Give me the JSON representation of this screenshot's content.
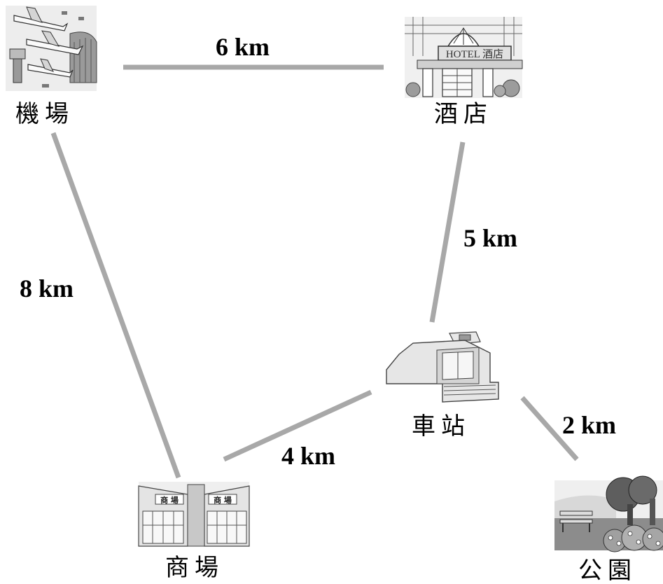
{
  "places": {
    "airport": "機場",
    "hotel": "酒店",
    "station": "車站",
    "mall": "商場",
    "park": "公園"
  },
  "distances": {
    "airport_hotel": "6 km",
    "hotel_station": "5 km",
    "airport_mall": "8 km",
    "mall_station": "4 km",
    "station_park": "2 km"
  },
  "signs": {
    "hotel_sign": "HOTEL 酒店",
    "mall_sign_left": "商 場",
    "mall_sign_right": "商 場"
  }
}
